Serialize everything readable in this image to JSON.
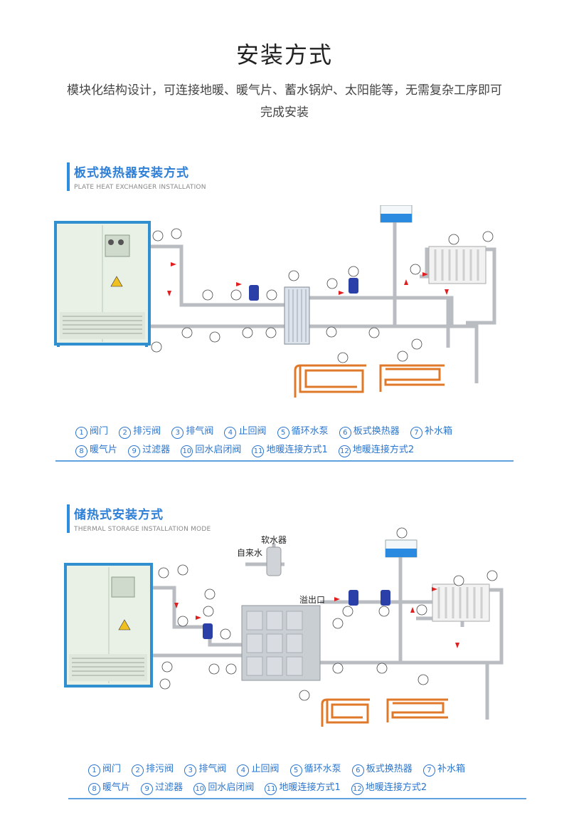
{
  "page": {
    "title": "安装方式",
    "intro_line1": "模块化结构设计，可连接地暖、暖气片、蓄水锅炉、太阳能等，无需复杂工序即可",
    "intro_line2": "完成安装"
  },
  "section1": {
    "title": "板式换热器安装方式",
    "subtitle": "PLATE HEAT EXCHANGER INSTALLATION"
  },
  "section2": {
    "title": "储热式安装方式",
    "subtitle": "THERMAL STORAGE INSTALLATION MODE",
    "labels": {
      "softener": "软水器",
      "tap_water": "自来水",
      "overflow": "溢出口"
    }
  },
  "legend": {
    "row1": [
      {
        "num": "1",
        "label": "阀门"
      },
      {
        "num": "2",
        "label": "排污阀"
      },
      {
        "num": "3",
        "label": "排气阀"
      },
      {
        "num": "4",
        "label": "止回阀"
      },
      {
        "num": "5",
        "label": "循环水泵"
      },
      {
        "num": "6",
        "label": "板式换热器"
      },
      {
        "num": "7",
        "label": "补水箱"
      }
    ],
    "row2": [
      {
        "num": "8",
        "label": "暖气片"
      },
      {
        "num": "9",
        "label": "过滤器"
      },
      {
        "num": "10",
        "label": "回水启闭阀"
      },
      {
        "num": "11",
        "label": "地暖连接方式1"
      },
      {
        "num": "12",
        "label": "地暖连接方式2"
      }
    ]
  },
  "colors": {
    "accent": "#2d8de0",
    "legend_text": "#2c75cc",
    "pipe": "#b9bdc2",
    "floor_pipe": "#e0782a",
    "flow_arrow": "#e02020",
    "cabinet": "#e9f1e6",
    "cabinet_frame": "#2f8fcf",
    "pump": "#2a3fa8",
    "tank_water": "#2a8ae0"
  }
}
